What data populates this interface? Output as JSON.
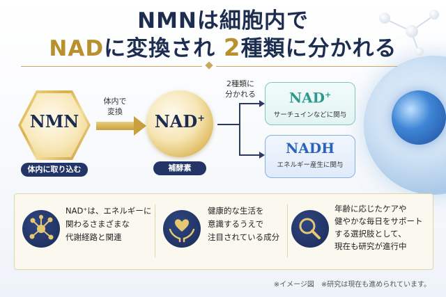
{
  "title": {
    "line1": "NMNは細胞内で",
    "line2_part1": "NAD",
    "line2_part2": "に変換され",
    "line2_part3": "2",
    "line2_part4": "種類",
    "line2_part5": "に分かれる"
  },
  "nodes": {
    "nmn": {
      "label": "NMN",
      "caption": "体内に取り込む"
    },
    "convert_arrow": {
      "line1": "体内で",
      "line2": "変換"
    },
    "nad": {
      "label": "NAD",
      "superscript": "+",
      "caption": "補酵素"
    },
    "branch": {
      "line1": "2種類に",
      "line2": "分かれる"
    },
    "result1": {
      "label": "NAD",
      "superscript": "+",
      "sub": "サーチュインなどに関与"
    },
    "result2": {
      "label": "NADH",
      "sub": "エネルギー産生に関与"
    }
  },
  "features": [
    {
      "icon": "molecule-network-icon",
      "lines": [
        "NAD⁺は、エネルギーに",
        "関わるさまざまな",
        "代謝経路と関連"
      ]
    },
    {
      "icon": "heart-hands-icon",
      "lines": [
        "健康的な生活を",
        "意識するうえで",
        "注目されている成分"
      ]
    },
    {
      "icon": "magnifier-icon",
      "lines": [
        "年齢に応じたケアや",
        "健やかな毎日をサポート",
        "する選択肢として、",
        "現在も研究が進行中"
      ]
    }
  ],
  "footnote": "※イメージ図　※研究は現在も進められています。",
  "colors": {
    "navy": "#1d2d50",
    "gold": "#b8902e",
    "teal": "#2a9a8e",
    "blue": "#2b63b8"
  }
}
